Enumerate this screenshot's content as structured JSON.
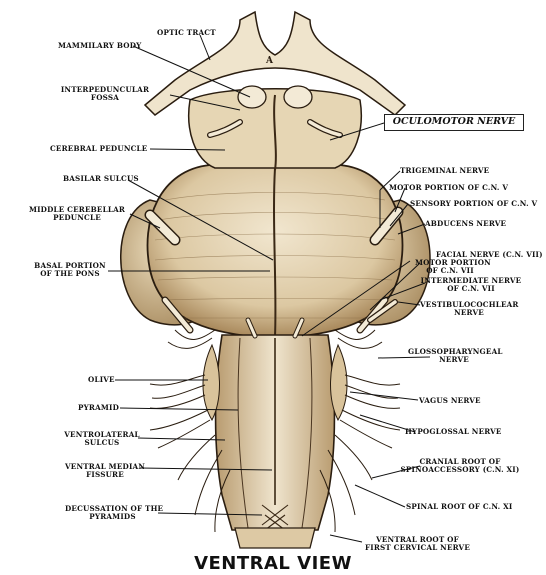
{
  "caption": "VENTRAL VIEW",
  "oculomotor_label": "OCULOMOTOR NERVE",
  "chiasm_letter": "A",
  "labels": {
    "optic_tract": "OPTIC TRACT",
    "mammilary_body": "MAMMILARY BODY",
    "interpeduncular_1": "INTERPEDUNCULAR",
    "interpeduncular_2": "FOSSA",
    "cerebral_peduncle": "CEREBRAL PEDUNCLE",
    "basilar_sulcus": "BASILAR SULCUS",
    "middle_cerebellar_1": "MIDDLE CEREBELLAR",
    "middle_cerebellar_2": "PEDUNCLE",
    "basal_portion_1": "BASAL PORTION",
    "basal_portion_2": "OF THE PONS",
    "olive": "OLIVE",
    "pyramid": "PYRAMID",
    "ventrolateral_1": "VENTROLATERAL",
    "ventrolateral_2": "SULCUS",
    "ventral_median_1": "VENTRAL MEDIAN",
    "ventral_median_2": "FISSURE",
    "decussation_1": "DECUSSATION OF THE",
    "decussation_2": "PYRAMIDS",
    "trigeminal": "TRIGEMINAL NERVE",
    "motor_portion_v": "MOTOR PORTION OF C.N. V",
    "sensory_portion_v": "SENSORY PORTION OF C.N. V",
    "abducens": "ABDUCENS NERVE",
    "facial": "FACIAL NERVE (C.N. VII)",
    "motor_portion_vii_1": "MOTOR PORTION",
    "motor_portion_vii_2": "OF C.N. VII",
    "intermediate_1": "INTERMEDIATE NERVE",
    "intermediate_2": "OF C.N. VII",
    "vestibulocochlear_1": "VESTIBULOCOCHLEAR",
    "vestibulocochlear_2": "NERVE",
    "glossopharyngeal_1": "GLOSSOPHARYNGEAL",
    "glossopharyngeal_2": "NERVE",
    "vagus": "VAGUS NERVE",
    "hypoglossal": "HYPOGLOSSAL NERVE",
    "cranial_root_1": "CRANIAL ROOT OF",
    "cranial_root_2": "SPINOACCESSORY (C.N. XI)",
    "spinal_root": "SPINAL ROOT OF C.N. XI",
    "ventral_root_1": "VENTRAL ROOT OF",
    "ventral_root_2": "FIRST CERVICAL NERVE"
  },
  "colors": {
    "ink": "#2a1d10",
    "tissue": "#e9dcc0",
    "shade": "#a88c62",
    "nerve": "#f3ead6"
  }
}
